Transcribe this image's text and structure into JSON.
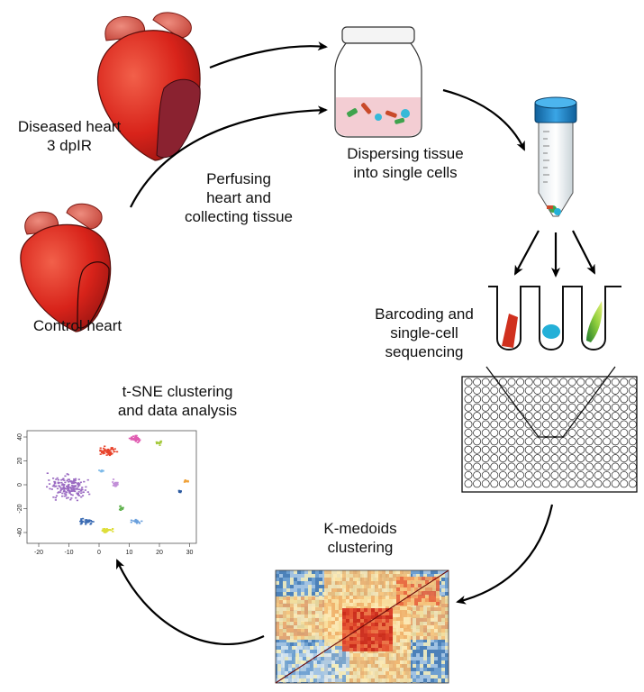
{
  "labels": {
    "diseased_heart": [
      "Diseased heart",
      "3 dpIR"
    ],
    "control_heart": [
      "Control heart"
    ],
    "perfusing": [
      "Perfusing",
      "heart and",
      "collecting tissue"
    ],
    "dispersing": [
      "Dispersing tissue",
      "into single cells"
    ],
    "barcoding": [
      "Barcoding and",
      "single-cell",
      "sequencing"
    ],
    "kmedoids": [
      "K-medoids",
      "clustering"
    ],
    "tsne": [
      "t-SNE clustering",
      "and data analysis"
    ]
  },
  "tsne_plot": {
    "x_ticks": [
      "-20",
      "-10",
      "0",
      "10",
      "20",
      "30"
    ],
    "y_ticks": [
      "40",
      "20",
      "0",
      "-20",
      "-40"
    ]
  },
  "colors": {
    "heart_red": "#d8231a",
    "atrium": "#d9645a",
    "vessel": "#8c1c26",
    "arrow": "#000000",
    "cap_blue": "#1e88c8",
    "cell_blue": "#24b0d8",
    "liquid_pink": "#f3cdd3",
    "heatmap_red": "#d7301f",
    "heatmap_blue": "#4a7fb8"
  }
}
